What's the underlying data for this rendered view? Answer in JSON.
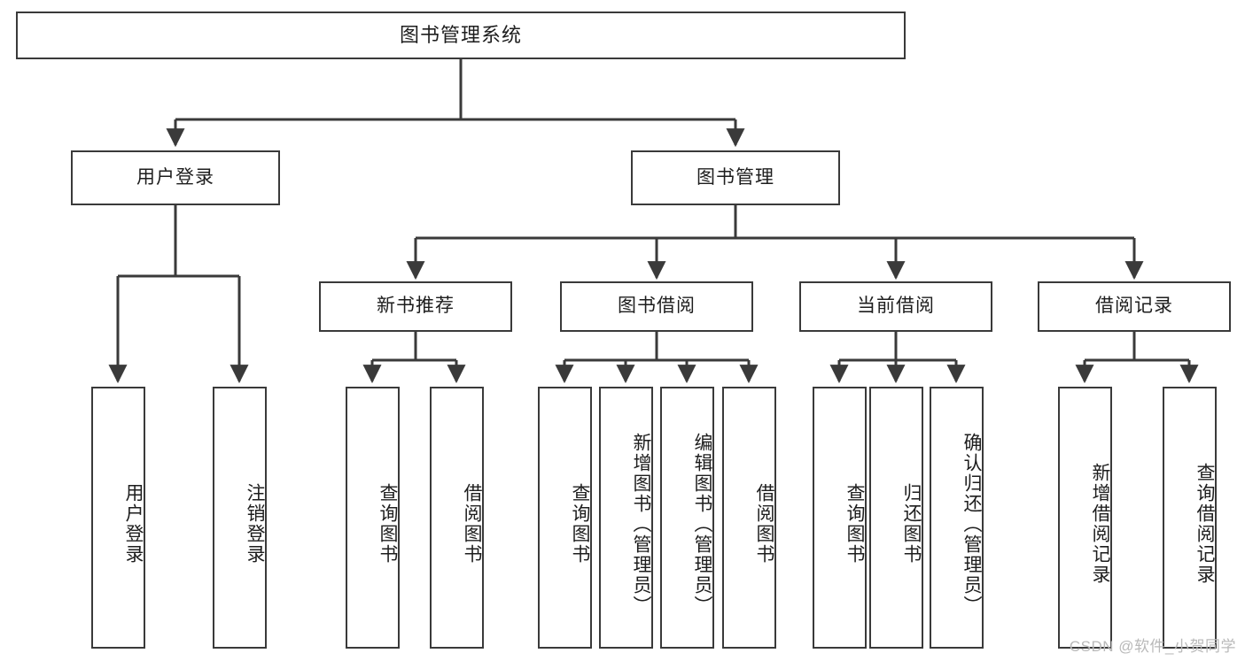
{
  "diagram": {
    "title": "图书管理系统",
    "type": "tree-hierarchy-diagram",
    "root": {
      "label": "图书管理系统"
    },
    "level2": [
      {
        "id": "user-login",
        "label": "用户登录"
      },
      {
        "id": "book-management",
        "label": "图书管理"
      }
    ],
    "level3": [
      {
        "id": "new-book-recommend",
        "label": "新书推荐"
      },
      {
        "id": "book-borrow",
        "label": "图书借阅"
      },
      {
        "id": "current-borrow",
        "label": "当前借阅"
      },
      {
        "id": "borrow-record",
        "label": "借阅记录"
      }
    ],
    "leaves": {
      "user_login": [
        {
          "id": "leaf-user-login",
          "label": "用户登录"
        },
        {
          "id": "leaf-logout",
          "label": "注销登录"
        }
      ],
      "new_book_recommend": [
        {
          "id": "leaf-query-book-1",
          "label": "查询图书"
        },
        {
          "id": "leaf-borrow-book-1",
          "label": "借阅图书"
        }
      ],
      "book_borrow": [
        {
          "id": "leaf-query-book-2",
          "label": "查询图书"
        },
        {
          "id": "leaf-add-book",
          "label": "新增图书（管理员）"
        },
        {
          "id": "leaf-edit-book",
          "label": "编辑图书（管理员）"
        },
        {
          "id": "leaf-borrow-book-2",
          "label": "借阅图书"
        }
      ],
      "current_borrow": [
        {
          "id": "leaf-query-book-3",
          "label": "查询图书"
        },
        {
          "id": "leaf-return-book",
          "label": "归还图书"
        },
        {
          "id": "leaf-confirm-return",
          "label": "确认归还（管理员）"
        }
      ],
      "borrow_record": [
        {
          "id": "leaf-add-record",
          "label": "新增借阅记录"
        },
        {
          "id": "leaf-query-record",
          "label": "查询借阅记录"
        }
      ]
    }
  },
  "watermark": {
    "text": "CSDN @软件_小贺同学"
  },
  "colors": {
    "stroke": "#3a3a3a",
    "text": "#1d1d1d",
    "background": "#ffffff",
    "watermark": "#b9b9b9"
  }
}
